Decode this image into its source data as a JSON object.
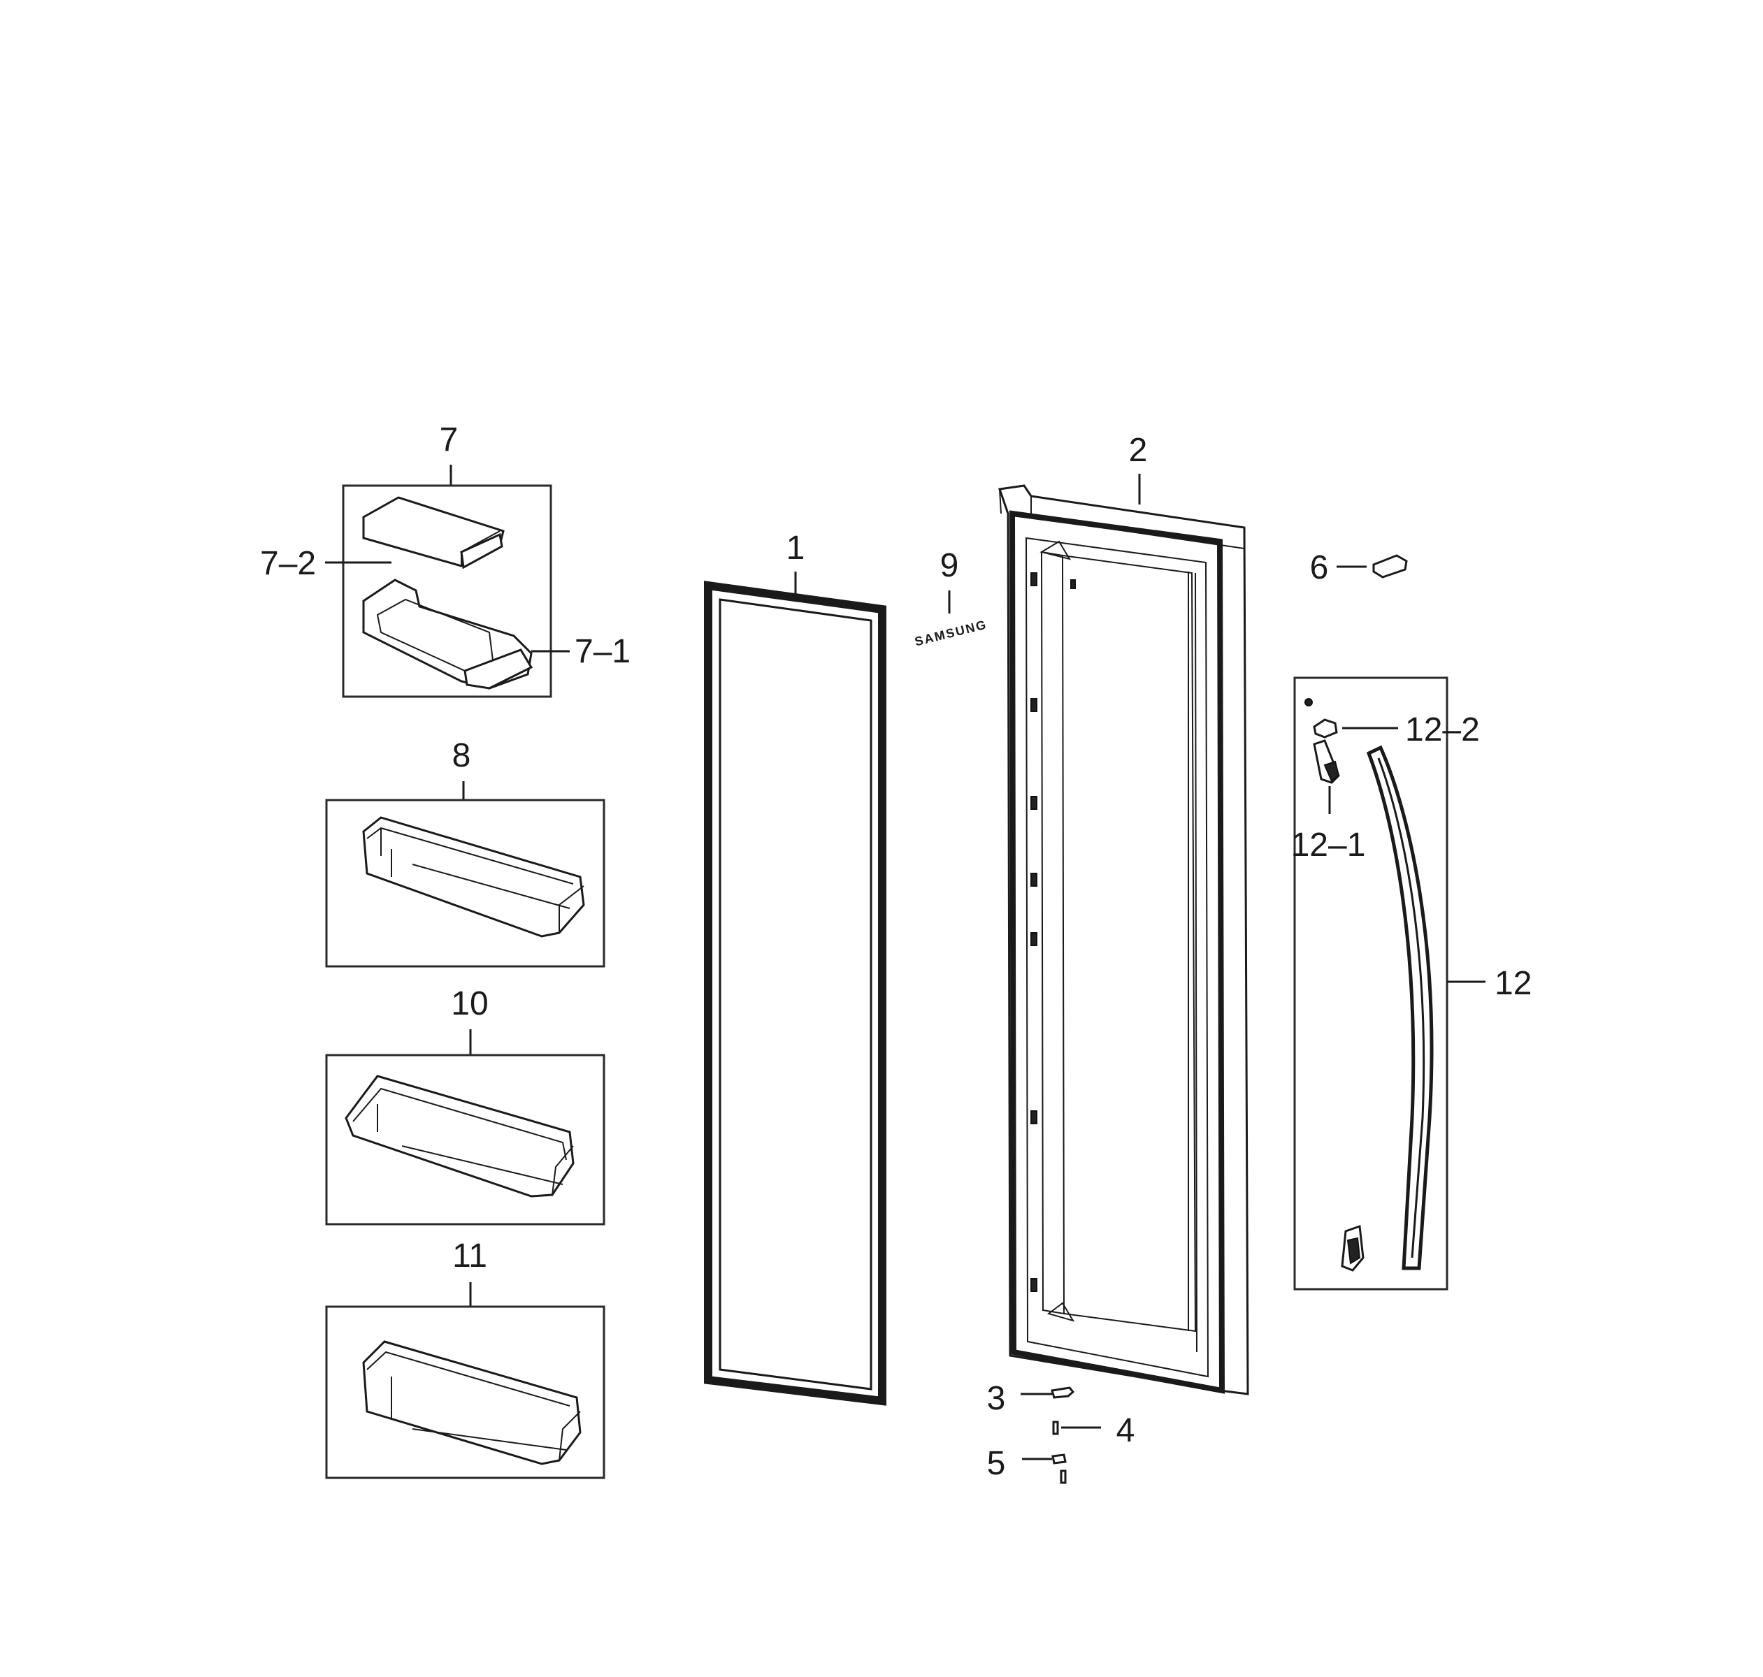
{
  "diagram": {
    "callouts": {
      "p1": "1",
      "p2": "2",
      "p3": "3",
      "p4": "4",
      "p5": "5",
      "p6": "6",
      "p7": "7",
      "p7_1": "7–1",
      "p7_2": "7–2",
      "p8": "8",
      "p9": "9",
      "p10": "10",
      "p11": "11",
      "p12": "12",
      "p12_1": "12–1",
      "p12_2": "12–2"
    },
    "logo_text": "SAMSUNG"
  }
}
